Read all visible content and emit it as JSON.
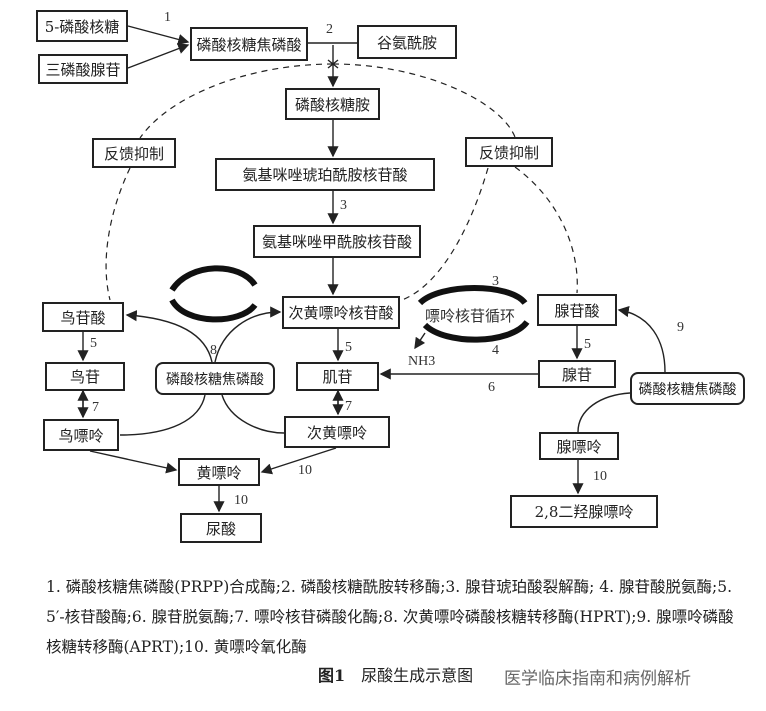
{
  "boxes": {
    "ribose5p": "5-磷酸核糖",
    "atp": "三磷酸腺苷",
    "prpp_top": "磷酸核糖焦磷酸",
    "glutamine": "谷氨酰胺",
    "pra": "磷酸核糖胺",
    "feedback_left": "反馈抑制",
    "feedback_right": "反馈抑制",
    "saicar": "氨基咪唑琥珀酰胺核苷酸",
    "aicar": "氨基咪唑甲酰胺核苷酸",
    "gmp": "鸟苷酸",
    "imp": "次黄嘌呤核苷酸",
    "amp": "腺苷酸",
    "guanosine": "鸟苷",
    "prpp_left": "磷酸核糖焦磷酸",
    "inosine": "肌苷",
    "adenosine": "腺苷",
    "prpp_right": "磷酸核糖焦磷酸",
    "guanine": "鸟嘌呤",
    "hypoxanthine": "次黄嘌呤",
    "adenine": "腺嘌呤",
    "xanthine": "黄嘌呤",
    "uric_acid": "尿酸",
    "dha": "2,8二羟腺嘌呤"
  },
  "cycle_label": "嘌呤核苷循环",
  "nh3": "NH3",
  "step_labels": {
    "s1": "1",
    "s2": "2",
    "s3a": "3",
    "s3b": "3",
    "s4": "4",
    "s5a": "5",
    "s5b": "5",
    "s5c": "5",
    "s6": "6",
    "s7a": "7",
    "s7b": "7",
    "s8": "8",
    "s9": "9",
    "s10a": "10",
    "s10b": "10",
    "s10c": "10"
  },
  "legend": "1. 磷酸核糖焦磷酸(PRPP)合成酶;2. 磷酸核糖酰胺转移酶;3. 腺苷琥珀酸裂解酶; 4. 腺苷酸脱氨酶;5. 5′-核苷酸酶;6. 腺苷脱氨酶;7. 嘌呤核苷磷酸化酶;8. 次黄嘌呤磷酸核糖转移酶(HPRT);9. 腺嘌呤磷酸核糖转移酶(APRT);10. 黄嘌呤氧化酶",
  "caption": {
    "fig": "图1",
    "title": "尿酸生成示意图"
  },
  "watermark": "医学临床指南和病例解析"
}
